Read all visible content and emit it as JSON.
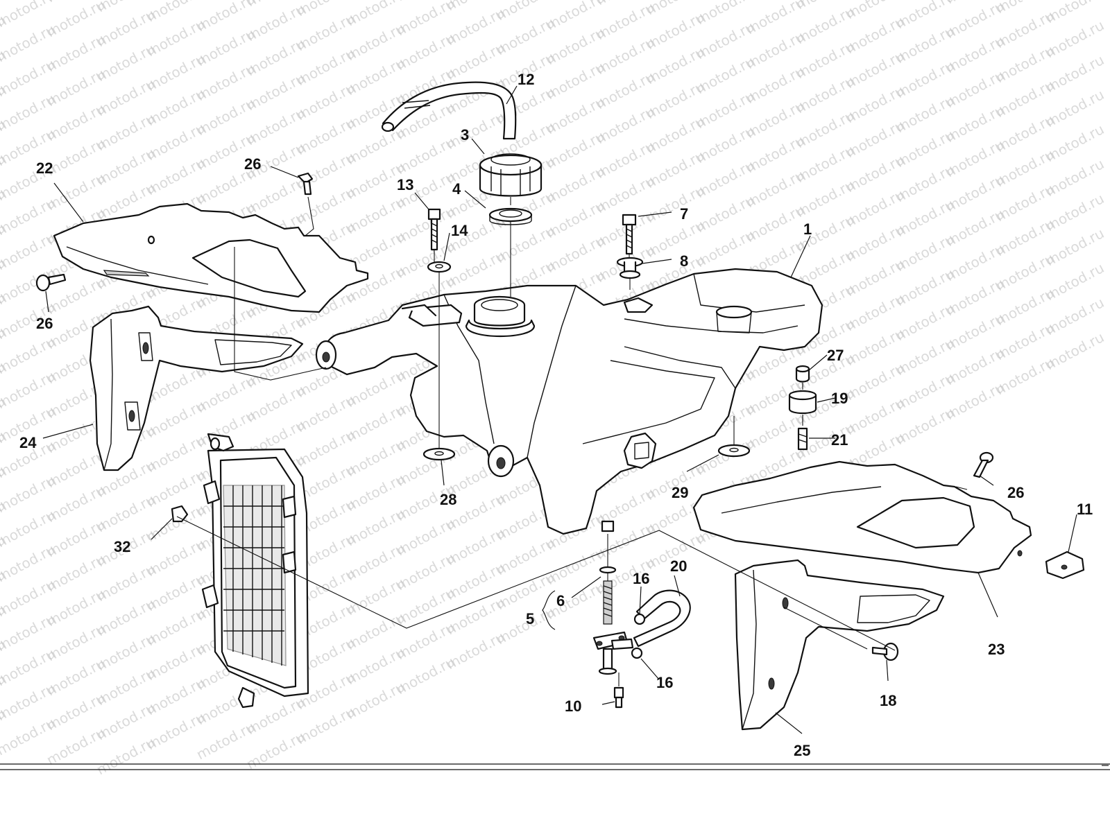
{
  "watermark": {
    "text": "motod.ru",
    "color": "#bdbdbd"
  },
  "callouts": [
    {
      "id": "1",
      "label": "1"
    },
    {
      "id": "3",
      "label": "3"
    },
    {
      "id": "4",
      "label": "4"
    },
    {
      "id": "5",
      "label": "5"
    },
    {
      "id": "6",
      "label": "6"
    },
    {
      "id": "7",
      "label": "7"
    },
    {
      "id": "8",
      "label": "8"
    },
    {
      "id": "10",
      "label": "10"
    },
    {
      "id": "11",
      "label": "11"
    },
    {
      "id": "12",
      "label": "12"
    },
    {
      "id": "13",
      "label": "13"
    },
    {
      "id": "14",
      "label": "14"
    },
    {
      "id": "16a",
      "label": "16"
    },
    {
      "id": "16b",
      "label": "16"
    },
    {
      "id": "18",
      "label": "18"
    },
    {
      "id": "19",
      "label": "19"
    },
    {
      "id": "20",
      "label": "20"
    },
    {
      "id": "21",
      "label": "21"
    },
    {
      "id": "22",
      "label": "22"
    },
    {
      "id": "23",
      "label": "23"
    },
    {
      "id": "24",
      "label": "24"
    },
    {
      "id": "25",
      "label": "25"
    },
    {
      "id": "26a",
      "label": "26"
    },
    {
      "id": "26b",
      "label": "26"
    },
    {
      "id": "26c",
      "label": "26"
    },
    {
      "id": "27",
      "label": "27"
    },
    {
      "id": "28",
      "label": "28"
    },
    {
      "id": "29",
      "label": "29"
    },
    {
      "id": "32",
      "label": "32"
    }
  ]
}
